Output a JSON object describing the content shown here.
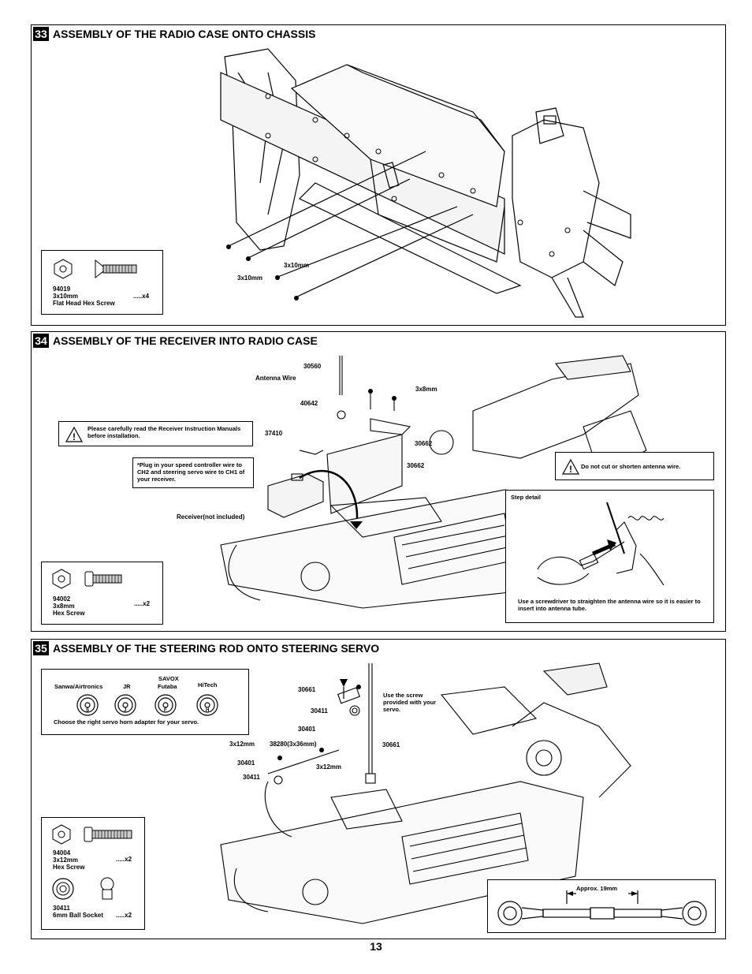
{
  "page_number": "13",
  "step33": {
    "number": "33",
    "title": "ASSEMBLY OF THE RADIO CASE ONTO CHASSIS",
    "parts": {
      "code": "94019",
      "size": "3x10mm",
      "name": "Flat Head Hex Screw",
      "qty": ".....x4"
    },
    "callouts": [
      "3x10mm",
      "3x10mm"
    ]
  },
  "step34": {
    "number": "34",
    "title": "ASSEMBLY OF THE RECEIVER INTO RADIO CASE",
    "warning1": "Please carefully read the Receiver Instruction Manuals before installation.",
    "note_plug": "*Plug in your speed controller wire to CH2  and steering servo wire to CH1 of your receiver.",
    "warning2": "Do not cut or shorten antenna wire.",
    "step_detail_title": "Step detail",
    "step_detail_text": "Use a screwdriver to straighten the antenna wire so it is easier to insert into antenna tube.",
    "callouts": {
      "c30560": "30560",
      "antenna_wire": "Antenna Wire",
      "c40642": "40642",
      "c37410": "37410",
      "c3x8": "3x8mm",
      "c30662a": "30662",
      "c30662b": "30662",
      "receiver": "Receiver(not included)"
    },
    "parts": {
      "code": "94002",
      "size": "3x8mm",
      "name": "Hex Screw",
      "qty": ".....x2"
    }
  },
  "step35": {
    "number": "35",
    "title": "ASSEMBLY OF THE STEERING ROD ONTO STEERING SERVO",
    "horns": {
      "sanwa": "Sanwa/Airtronics",
      "jr": "JR",
      "savox": "SAVOX",
      "futaba": "Futaba",
      "hitech": "HiTech",
      "letters": [
        "S",
        "J",
        "F",
        "H"
      ],
      "caption": "Choose the right servo horn adapter for your servo."
    },
    "callouts": {
      "c30661a": "30661",
      "c30411a": "30411",
      "c30401a": "30401",
      "c3x12a": "3x12mm",
      "c38280": "38280(3x36mm)",
      "c30401b": "30401",
      "c30411b": "30411",
      "c3x12b": "3x12mm",
      "screw_note": "Use the screw provided with your servo.",
      "c30661b": "30661"
    },
    "parts": [
      {
        "code": "94004",
        "size": "3x12mm",
        "name": "Hex Screw",
        "qty": ".....x2"
      },
      {
        "code": "30411",
        "name": "6mm Ball Socket",
        "qty": ".....x2"
      }
    ],
    "rod_length": "Approx. 19mm"
  }
}
